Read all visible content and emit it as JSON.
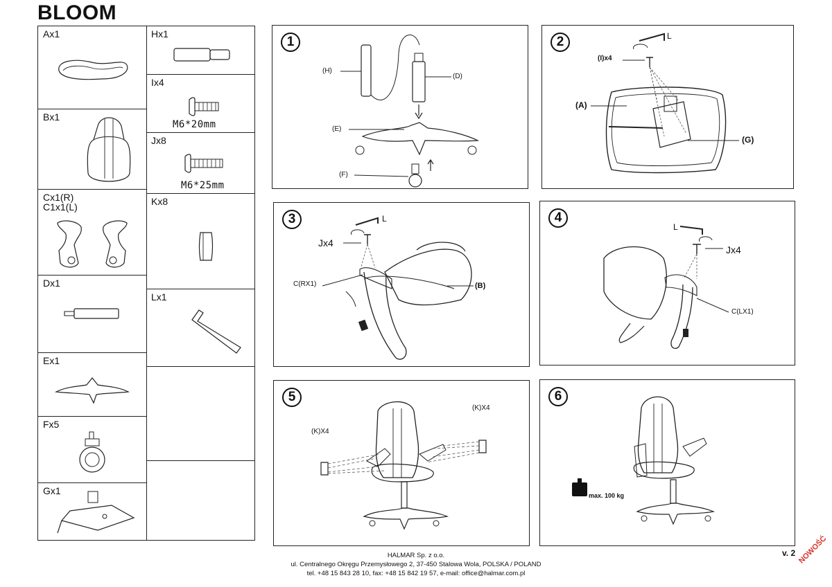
{
  "title": "BLOOM",
  "parts": {
    "A": "Ax1",
    "B": "Bx1",
    "C_line1": "Cx1(R)",
    "C_line2": "C1x1(L)",
    "D": "Dx1",
    "E": "Ex1",
    "F": "Fx5",
    "G": "Gx1",
    "H": "Hx1",
    "I": "Ix4",
    "I_spec": "M6*20mm",
    "J": "Jx8",
    "J_spec": "M6*25mm",
    "K": "Kx8",
    "L": "Lx1"
  },
  "steps": {
    "s1": {
      "num": "1",
      "H": "(H)",
      "D": "(D)",
      "E": "(E)",
      "F": "(F)"
    },
    "s2": {
      "num": "2",
      "L": "L",
      "I": "(I)x4",
      "A": "(A)",
      "G": "(G)"
    },
    "s3": {
      "num": "3",
      "L": "L",
      "J": "Jx4",
      "C": "C(RX1)",
      "B": "(B)"
    },
    "s4": {
      "num": "4",
      "L": "L",
      "J": "Jx4",
      "C": "C(LX1)"
    },
    "s5": {
      "num": "5",
      "K_left": "(K)X4",
      "K_right": "(K)X4"
    },
    "s6": {
      "num": "6",
      "weight": "max. 100 kg"
    }
  },
  "footer": {
    "company": "HALMAR Sp. z o.o.",
    "address": "ul. Centralnego Okręgu Przemysłowego 2, 37-450 Stalowa Wola, POLSKA / POLAND",
    "contact": "tel. +48 15 843 28 10, fax: +48 15 842 19 57, e-mail: office@halmar.com.pl"
  },
  "version": "v. 2",
  "badge": "NOWOŚĆ"
}
